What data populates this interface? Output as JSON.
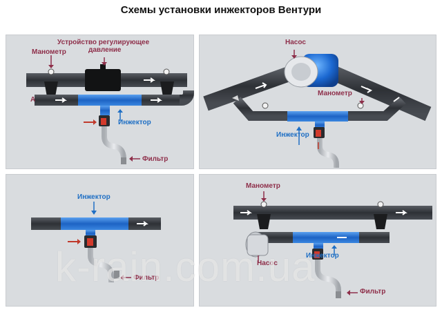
{
  "title": "Схемы установки инжекторов Вентури",
  "panel1": {
    "device_label_line1": "Устройство регулирующее",
    "device_label_line2": "давление",
    "gauge_label": "Манометр",
    "marker": "A",
    "injector_label": "Инжектор",
    "filter_label": "Фильтр"
  },
  "panel2": {
    "pump_label": "Насос",
    "gauge_label": "Манометр",
    "injector_label": "Инжектор"
  },
  "panel3": {
    "injector_label": "Инжектор",
    "filter_label": "Фильтр"
  },
  "panel4": {
    "gauge_label": "Манометр",
    "pump_label": "Насос",
    "injector_label": "Инжектор",
    "filter_label": "Фильтр"
  },
  "watermark": "k-rain.com.ua",
  "colors": {
    "label_red": "#8e2f4a",
    "label_blue": "#1f6fc4",
    "pipe": "#3a3d42",
    "injector": "#2f79d6",
    "panel_bg": "#d9dcdf"
  }
}
